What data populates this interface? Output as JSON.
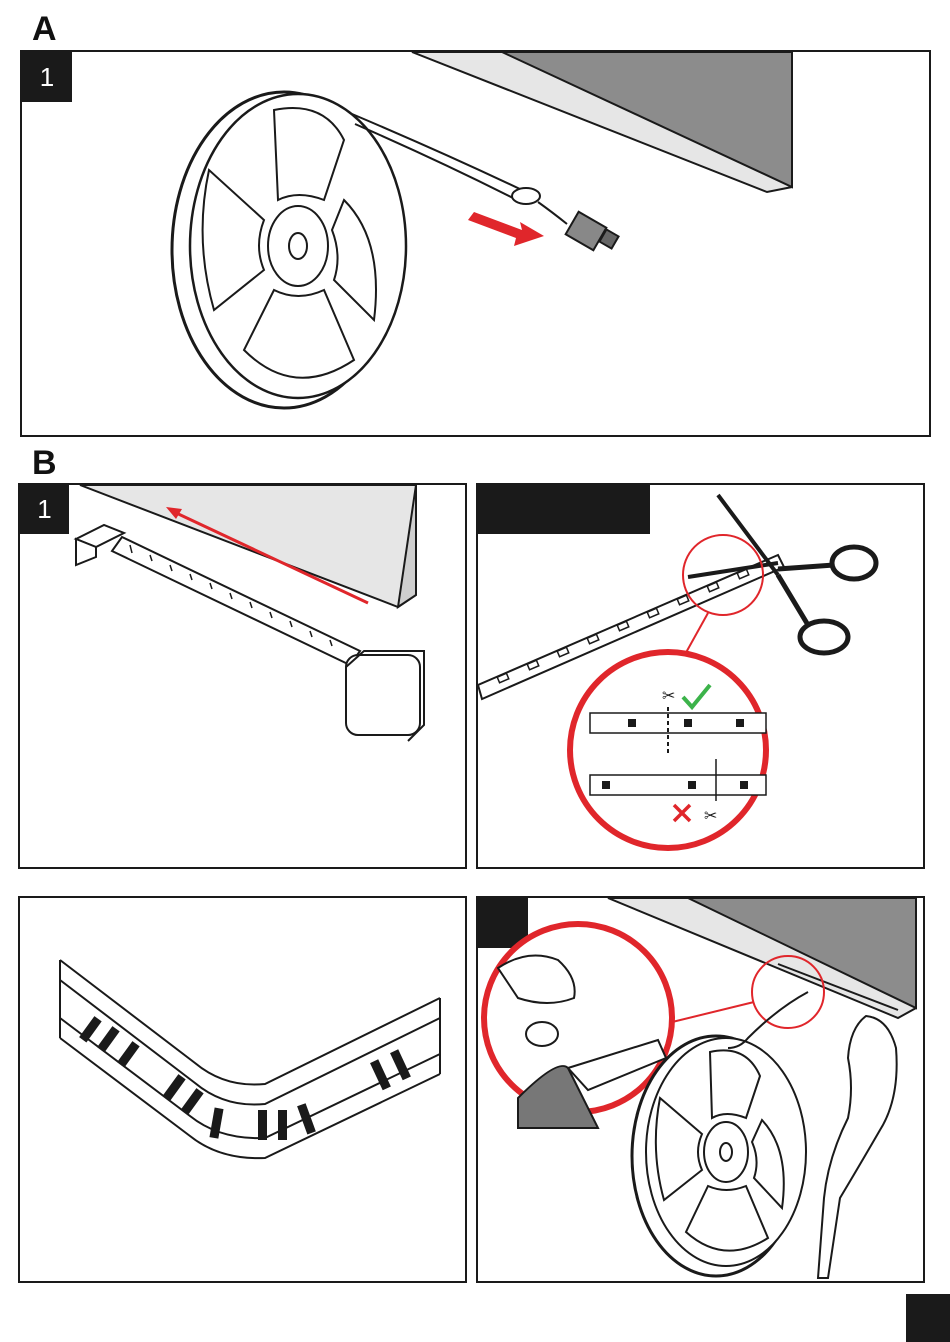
{
  "sections": {
    "a": {
      "letter": "A"
    },
    "b": {
      "letter": "B"
    }
  },
  "steps": {
    "a1": {
      "number": "1"
    },
    "b1": {
      "number": "1"
    },
    "b2": {
      "number": ""
    },
    "b4": {
      "number": ""
    }
  },
  "colors": {
    "ink": "#1a1a1a",
    "accent_red": "#e0262b",
    "check_green": "#3cb34a",
    "surface_gray": "#8c8c8c",
    "surface_light": "#e6e6e6"
  },
  "icons": {
    "cut_ok": "check-icon",
    "cut_bad": "cross-icon",
    "tool": "scissors-icon"
  }
}
